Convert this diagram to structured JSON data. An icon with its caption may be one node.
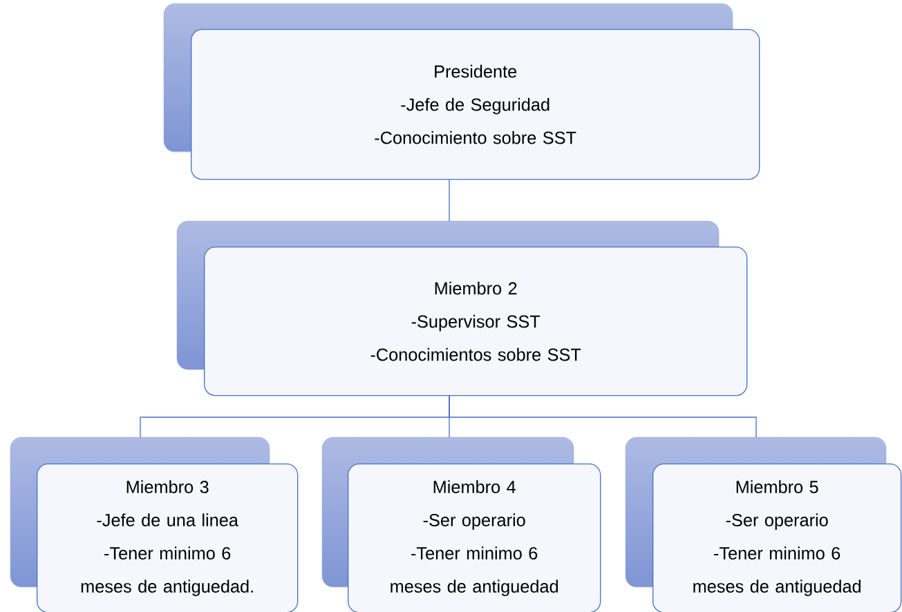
{
  "diagram": {
    "nodes": [
      {
        "text": [
          "Presidente",
          "-Jefe de Seguridad",
          "-Conocimiento sobre SST"
        ]
      },
      {
        "text": [
          "Miembro 2",
          "-Supervisor SST",
          "-Conocimientos sobre SST"
        ]
      },
      {
        "text": [
          "Miembro 3",
          "-Jefe de una linea",
          "-Tener minimo 6 meses de antiguedad."
        ]
      },
      {
        "text": [
          "Miembro 4",
          "-Ser operario",
          "-Tener minimo 6 meses de antiguedad"
        ]
      },
      {
        "text": [
          "Miembro 5",
          "-Ser operario",
          "-Tener minimo 6 meses de antiguedad"
        ]
      }
    ],
    "edges": [
      {
        "from": 0,
        "to": 1,
        "arrow": "none"
      },
      {
        "from": 1,
        "to": 2,
        "arrow": "none"
      },
      {
        "from": 1,
        "to": 3,
        "arrow": "none"
      },
      {
        "from": 1,
        "to": 4,
        "arrow": "none"
      }
    ]
  }
}
